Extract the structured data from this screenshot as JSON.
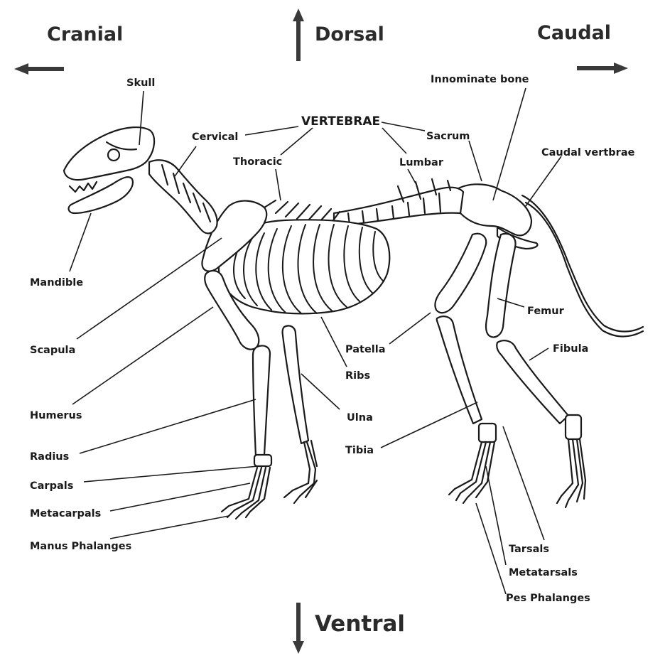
{
  "directions": {
    "cranial": "Cranial",
    "dorsal": "Dorsal",
    "caudal": "Caudal",
    "ventral": "Ventral"
  },
  "labels": {
    "skull": "Skull",
    "vertebrae": "VERTEBRAE",
    "cervical": "Cervical",
    "thoracic": "Thoracic",
    "lumbar": "Lumbar",
    "sacrum": "Sacrum",
    "innominate_bone": "Innominate bone",
    "caudal_vertebrae": "Caudal vertbrae",
    "mandible": "Mandible",
    "scapula": "Scapula",
    "humerus": "Humerus",
    "radius": "Radius",
    "carpals": "Carpals",
    "metacarpals": "Metacarpals",
    "manus_phalanges": "Manus Phalanges",
    "ribs": "Ribs",
    "ulna": "Ulna",
    "patella": "Patella",
    "femur": "Femur",
    "fibula": "Fibula",
    "tibia": "Tibia",
    "tarsals": "Tarsals",
    "metatarsals": "Metatarsals",
    "pes_phalanges": "Pes Phalanges"
  }
}
